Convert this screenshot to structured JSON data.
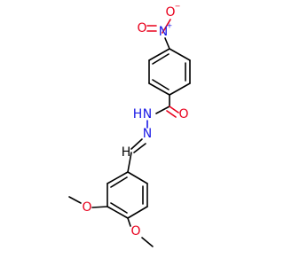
{
  "molecule": {
    "atoms": {
      "nitro_n": {
        "symbol": "N",
        "charge": "+",
        "color": "#1a1ae6"
      },
      "nitro_o_minus": {
        "symbol": "O",
        "charge": "−",
        "color": "#e8001c"
      },
      "nitro_o": {
        "symbol": "O",
        "color": "#e8001c"
      },
      "amide_o": {
        "symbol": "O",
        "color": "#e8001c"
      },
      "hydrazide_n": {
        "symbol": "N",
        "color": "#1a1ae6"
      },
      "hydrazide_h": {
        "symbol": "H",
        "color": "#1a1ae6"
      },
      "imine_n": {
        "symbol": "N",
        "color": "#1a1ae6"
      },
      "imine_h": {
        "symbol": "H",
        "color": "#000000"
      },
      "methoxy_o_1": {
        "symbol": "O",
        "color": "#e8001c"
      },
      "methoxy_o_2": {
        "symbol": "O",
        "color": "#e8001c"
      }
    },
    "bond_color": "#000000"
  }
}
